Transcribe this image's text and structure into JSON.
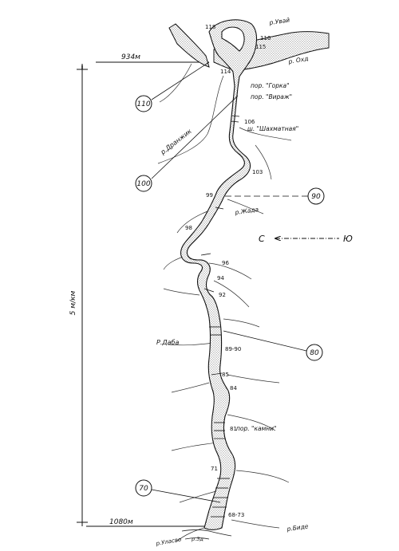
{
  "map": {
    "scale_vertical": "5 м/км",
    "elevation_top": "934м",
    "elevation_bottom": "1080м",
    "compass_left": "С",
    "compass_right": "Ю",
    "markers": [
      "110",
      "100",
      "90",
      "80",
      "70"
    ],
    "rivers": {
      "uvay": "р.Увай",
      "okhd": "р. Охд",
      "dranzhik": "р.Дранжик",
      "zhada": "р.Жада",
      "daba": "Р.Даба",
      "bide": "р.Биде",
      "ulasvo": "р.Уласво",
      "zd": "р.Зд"
    },
    "rapids": {
      "gorka": "пор. \"Горка\"",
      "virazh": "пор. \"Вираж\"",
      "shakhmatnaya": "ш. \"Шахматная\"",
      "kamni": "пор. \"камни\""
    },
    "km": [
      "118",
      "116",
      "115",
      "114",
      "106",
      "103",
      "99",
      "98",
      "96",
      "94",
      "92",
      "89-90",
      "85",
      "84",
      "81",
      "71",
      "68-73"
    ]
  }
}
